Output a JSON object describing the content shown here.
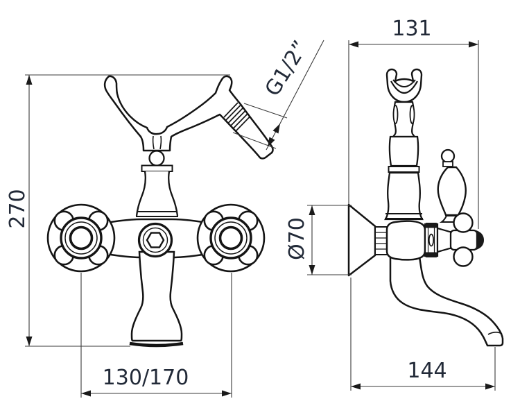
{
  "drawing": {
    "background_color": "#ffffff",
    "line_color": "#141414",
    "dim_line_color": "#3a3a3a",
    "text_color": "#222a38",
    "views": [
      {
        "id": "front-view",
        "description": "front elevation: cross handles, shower-hook fork, hose outlet, bell spout"
      },
      {
        "id": "side-view",
        "description": "side elevation: wall escutcheon, valve body, lever, cross handle, curved spout"
      }
    ],
    "dimensions": {
      "height": "270",
      "handle_spacing": "130/170",
      "thread": "G1/2”",
      "top_width": "131",
      "escutcheon_diameter": "Ø70",
      "spout_reach": "144"
    }
  }
}
